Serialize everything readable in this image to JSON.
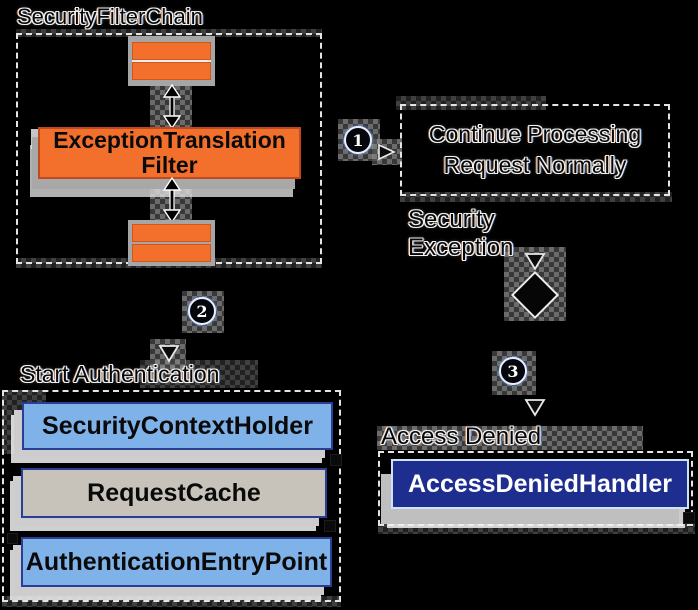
{
  "filter_chain": {
    "title": "SecurityFilterChain",
    "filter_line1": "ExceptionTranslation",
    "filter_line2": "Filter"
  },
  "steps": {
    "one": "1",
    "two": "2",
    "three": "3"
  },
  "continue_box": {
    "line1": "Continue Processing",
    "line2": "Request Normally"
  },
  "security_exception": {
    "line1": "Security",
    "line2": "Exception"
  },
  "access_denied": {
    "label": "Access Denied",
    "handler": "AccessDeniedHandler"
  },
  "start_authentication": {
    "label": "Start Authentication",
    "boxes": [
      "SecurityContextHolder",
      "RequestCache",
      "AuthenticationEntryPoint"
    ]
  },
  "colors": {
    "background": "#000000",
    "filter_orange": "#f3702c",
    "filter_orange_border": "#bf4a1e",
    "handler_blue": "#7fb2e9",
    "handler_tan": "#c7c3bb",
    "handler_navy": "#1d2e8f",
    "handler_border_navy": "#2b3e96",
    "shadow_gray": "#a8a8a8",
    "dash_border": "#e4e4e4"
  }
}
